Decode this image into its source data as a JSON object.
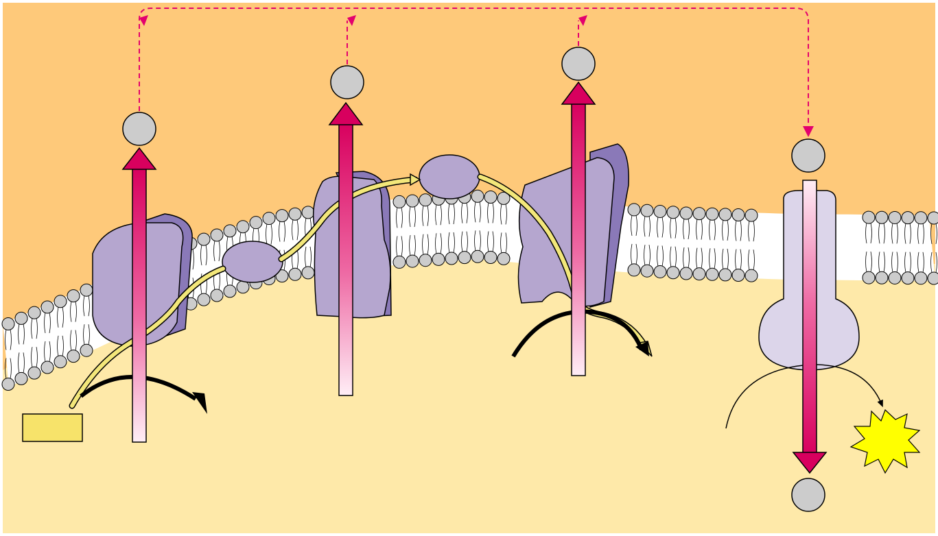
{
  "diagram": {
    "kind": "electron-transport-chain-membrane",
    "labels": [],
    "colors": {
      "intermembrane_space": "#fec97a",
      "matrix": "#fee9a9",
      "membrane_core": "#ffffff",
      "lipid_head": "#cccccc",
      "protein_complex": "#b5a6cf",
      "protein_complex_dark": "#8a79b8",
      "proton_arrow": "#d8005e",
      "electron_path": "#f3e77a",
      "mobile_carrier": "#b5a6cf",
      "atp_synthase": "#dcd5ea",
      "atp_burst": "#ffff00",
      "substrate_box": "#f7e36a",
      "dashed_return": "#e3006e",
      "reaction_arrow": "#000000"
    },
    "complexes": [
      {
        "name": "complex-1",
        "pumps_proton": true
      },
      {
        "name": "complex-3",
        "pumps_proton": true
      },
      {
        "name": "complex-4",
        "pumps_proton": true
      }
    ],
    "mobile_carriers": [
      "carrier-q",
      "carrier-c"
    ],
    "atp_synthase": {
      "name": "atp-synthase",
      "proton_direction": "inward"
    }
  }
}
